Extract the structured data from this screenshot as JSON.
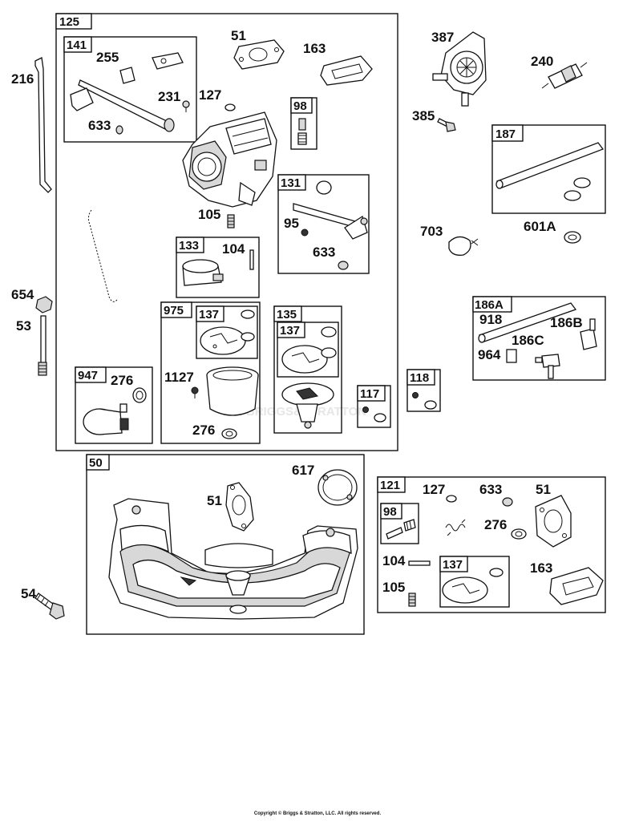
{
  "copyright": "Copyright © Briggs & Stratton, LLC. All rights reserved.",
  "watermark": "BRIGGS&STRATTON",
  "groups": {
    "g125": "125",
    "g141": "141",
    "g98a": "98",
    "g131": "131",
    "g133": "133",
    "g975": "975",
    "g137a": "137",
    "g135": "135",
    "g137b": "137",
    "g117": "117",
    "g947": "947",
    "g118": "118",
    "g187": "187",
    "g186A": "186A",
    "g50": "50",
    "g121": "121",
    "g98b": "98",
    "g137c": "137"
  },
  "labels": {
    "l216": "216",
    "l255": "255",
    "l231": "231",
    "l633a": "633",
    "l51a": "51",
    "l163a": "163",
    "l127a": "127",
    "l105a": "105",
    "l95": "95",
    "l633b": "633",
    "l104a": "104",
    "l654": "654",
    "l53": "53",
    "l276a": "276",
    "l1127": "1127",
    "l276b": "276",
    "l387": "387",
    "l240": "240",
    "l385": "385",
    "l703": "703",
    "l601A": "601A",
    "l918": "918",
    "l186B": "186B",
    "l186C": "186C",
    "l964": "964",
    "l617": "617",
    "l51b": "51",
    "l54": "54",
    "l127b": "127",
    "l633c": "633",
    "l51c": "51",
    "l276c": "276",
    "l104b": "104",
    "l105b": "105",
    "l163b": "163"
  }
}
